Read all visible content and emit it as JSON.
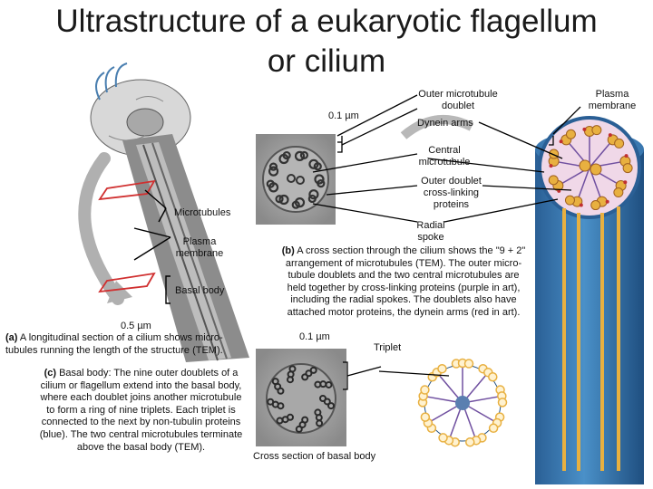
{
  "title": "Ultrastructure of a eukaryotic flagellum\nor cilium",
  "labels": {
    "scale_b_top": "0.1 µm",
    "outer_doublet": "Outer microtubule\ndoublet",
    "dynein_arms": "Dynein arms",
    "plasma_membrane_right": "Plasma\nmembrane",
    "central_microtubule": "Central\nmicrotubule",
    "cross_linking": "Outer doublet\ncross-linking\nproteins",
    "microtubules": "Microtubules",
    "radial_spoke": "Radial\nspoke",
    "plasma_membrane_left": "Plasma\nmembrane",
    "basal_body": "Basal body",
    "scale_a": "0.5 µm",
    "scale_c": "0.1 µm",
    "triplet": "Triplet",
    "cross_section_basal": "Cross section of basal body"
  },
  "captions": {
    "a_tag": "(a)",
    "a_text": " A longitudinal section of a cilium shows micro-\ntubules running the length of the structure (TEM).",
    "b_tag": "(b)",
    "b_text": " A cross section through the cilium shows the \"9 + 2\"\narrangement of microtubules (TEM). The outer micro-\ntubule doublets and the two central microtubules are\nheld together by cross-linking proteins (purple in art),\nincluding the radial spokes. The doublets also have\nattached motor proteins, the dynein arms (red in art).",
    "c_tag": "(c)",
    "c_text": " Basal body: The nine outer doublets of a\ncilium or flagellum extend into the basal body,\nwhere each doublet joins another microtubule\nto form a ring of nine triplets. Each triplet is\nconnected to the next by non-tubulin proteins\n(blue). The two central microtubules terminate\nabove the basal body (TEM)."
  },
  "colors": {
    "membrane_blue": "#3a78b0",
    "doublet_orange": "#e8b040",
    "dynein_red": "#c03030",
    "spoke_purple": "#7050a0",
    "highlight_red": "#d03030"
  }
}
